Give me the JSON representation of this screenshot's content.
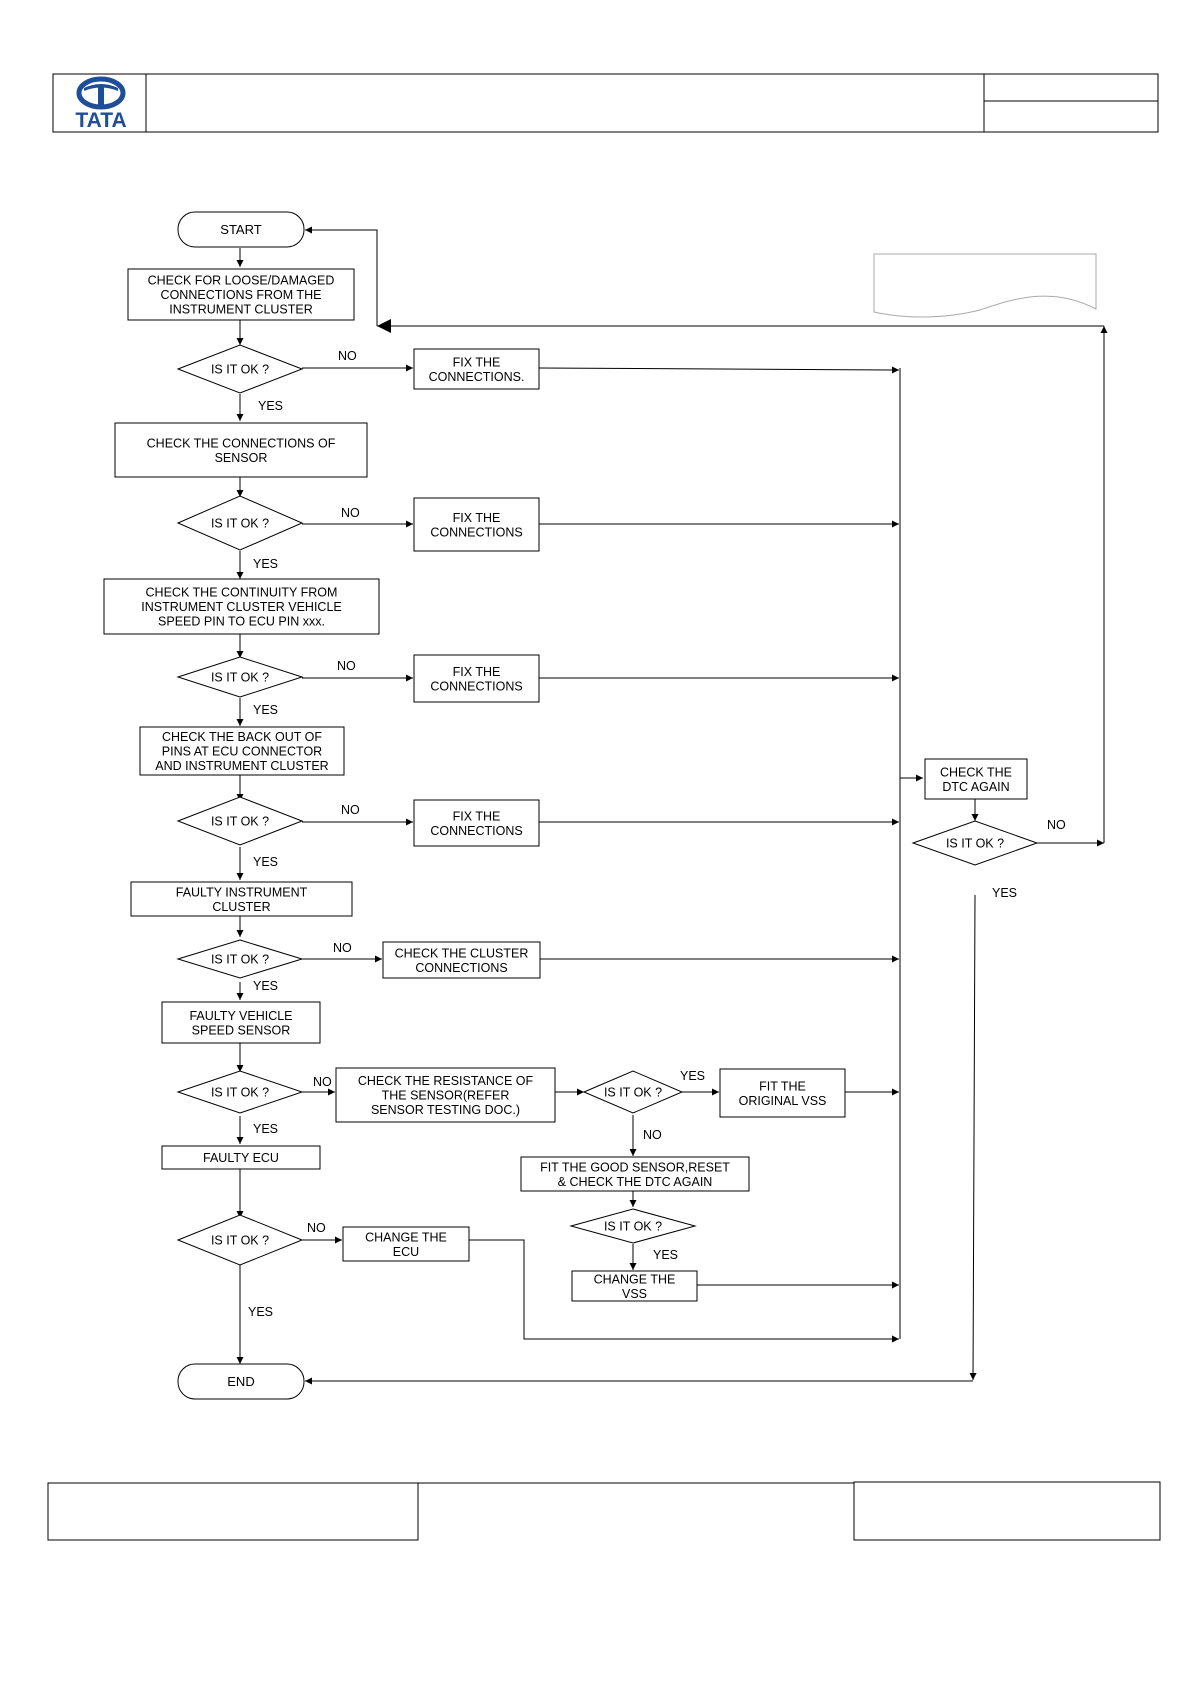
{
  "header": {
    "logo_text": "TATA",
    "brand_color": "#1f4e99"
  },
  "flowchart": {
    "start": "START",
    "end": "END",
    "steps": {
      "check_loose": [
        "CHECK FOR LOOSE/DAMAGED",
        "CONNECTIONS FROM THE",
        "INSTRUMENT CLUSTER"
      ],
      "check_sensor": [
        "CHECK THE CONNECTIONS   OF",
        "SENSOR"
      ],
      "check_continuity": [
        "CHECK THE  CONTINUITY FROM",
        "INSTRUMENT CLUSTER VEHICLE",
        "SPEED PIN TO ECU PIN xxx."
      ],
      "check_backout": [
        "CHECK THE BACK OUT OF",
        "PINS AT ECU CONNECTOR",
        "AND INSTRUMENT CLUSTER"
      ],
      "faulty_cluster": [
        "FAULTY INSTRUMENT",
        "CLUSTER"
      ],
      "faulty_vss": [
        "FAULTY VEHICLE",
        "SPEED SENSOR"
      ],
      "faulty_ecu": [
        "FAULTY ECU"
      ],
      "fix1": [
        "FIX THE",
        "CONNECTIONS."
      ],
      "fix2": [
        "FIX THE",
        "CONNECTIONS"
      ],
      "fix3": [
        "FIX THE",
        "CONNECTIONS"
      ],
      "fix4": [
        "FIX THE",
        "CONNECTIONS"
      ],
      "check_cluster_conn": [
        "CHECK THE CLUSTER",
        "CONNECTIONS"
      ],
      "check_resistance": [
        "CHECK THE RESISTANCE OF",
        "THE SENSOR(REFER",
        "SENSOR TESTING DOC.)"
      ],
      "fit_original": [
        "FIT THE",
        "ORIGINAL VSS"
      ],
      "fit_good": [
        "FIT THE GOOD SENSOR,RESET",
        "& CHECK THE DTC AGAIN"
      ],
      "change_vss": [
        "CHANGE THE",
        "VSS"
      ],
      "change_ecu": [
        "CHANGE THE",
        "ECU"
      ],
      "check_dtc": [
        "CHECK THE",
        "DTC AGAIN"
      ]
    },
    "decision_label": "IS IT OK ?",
    "yes": "YES",
    "no": "NO"
  }
}
